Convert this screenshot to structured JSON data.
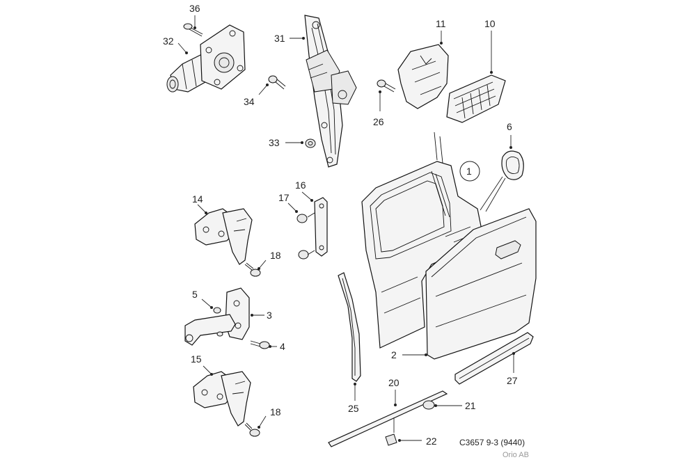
{
  "diagram": {
    "callouts": [
      {
        "id": "c36",
        "text": "36"
      },
      {
        "id": "c32",
        "text": "32"
      },
      {
        "id": "c31",
        "text": "31"
      },
      {
        "id": "c34",
        "text": "34"
      },
      {
        "id": "c33",
        "text": "33"
      },
      {
        "id": "c11",
        "text": "11"
      },
      {
        "id": "c10",
        "text": "10"
      },
      {
        "id": "c26",
        "text": "26"
      },
      {
        "id": "c6",
        "text": "6"
      },
      {
        "id": "c1",
        "text": "1"
      },
      {
        "id": "c14",
        "text": "14"
      },
      {
        "id": "c16",
        "text": "16"
      },
      {
        "id": "c17",
        "text": "17"
      },
      {
        "id": "c18a",
        "text": "18"
      },
      {
        "id": "c5",
        "text": "5"
      },
      {
        "id": "c3",
        "text": "3"
      },
      {
        "id": "c4",
        "text": "4"
      },
      {
        "id": "c15",
        "text": "15"
      },
      {
        "id": "c18b",
        "text": "18"
      },
      {
        "id": "c2",
        "text": "2"
      },
      {
        "id": "c27",
        "text": "27"
      },
      {
        "id": "c20",
        "text": "20"
      },
      {
        "id": "c21",
        "text": "21"
      },
      {
        "id": "c25",
        "text": "25"
      },
      {
        "id": "c22",
        "text": "22"
      }
    ],
    "caption": "C3657 9-3 (9440)",
    "copyright": "Orio AB"
  }
}
